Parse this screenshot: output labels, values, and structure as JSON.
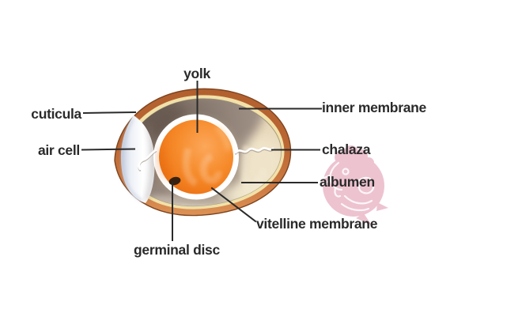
{
  "diagram": {
    "labels": {
      "yolk": "yolk",
      "cuticula": "cuticula",
      "air_cell": "air cell",
      "inner_membrane": "inner membrane",
      "chalaza": "chalaza",
      "albumen": "albumen",
      "vitelline_membrane": "vitelline membrane",
      "germinal_disc": "germinal disc"
    },
    "colors": {
      "background": "#ffffff",
      "label_text": "#2a2a2a",
      "pointer_line": "#2a2a2a",
      "shell": "#c9723c",
      "shell_edge": "#7d441e",
      "shell_membrane_line": "#f1e1a9",
      "albumen_fill": "#e8d9bb",
      "inner_shadow_gray": "#8d7c72",
      "air_cell_fill": "#eef1f7",
      "yolk_orange": "#f07c1a",
      "yolk_highlight": "#fca75a",
      "germinal_disc_dark": "#38220f",
      "watermark_pink": "#edc3d0"
    },
    "watermark_icon": "rooster-head-icon"
  }
}
